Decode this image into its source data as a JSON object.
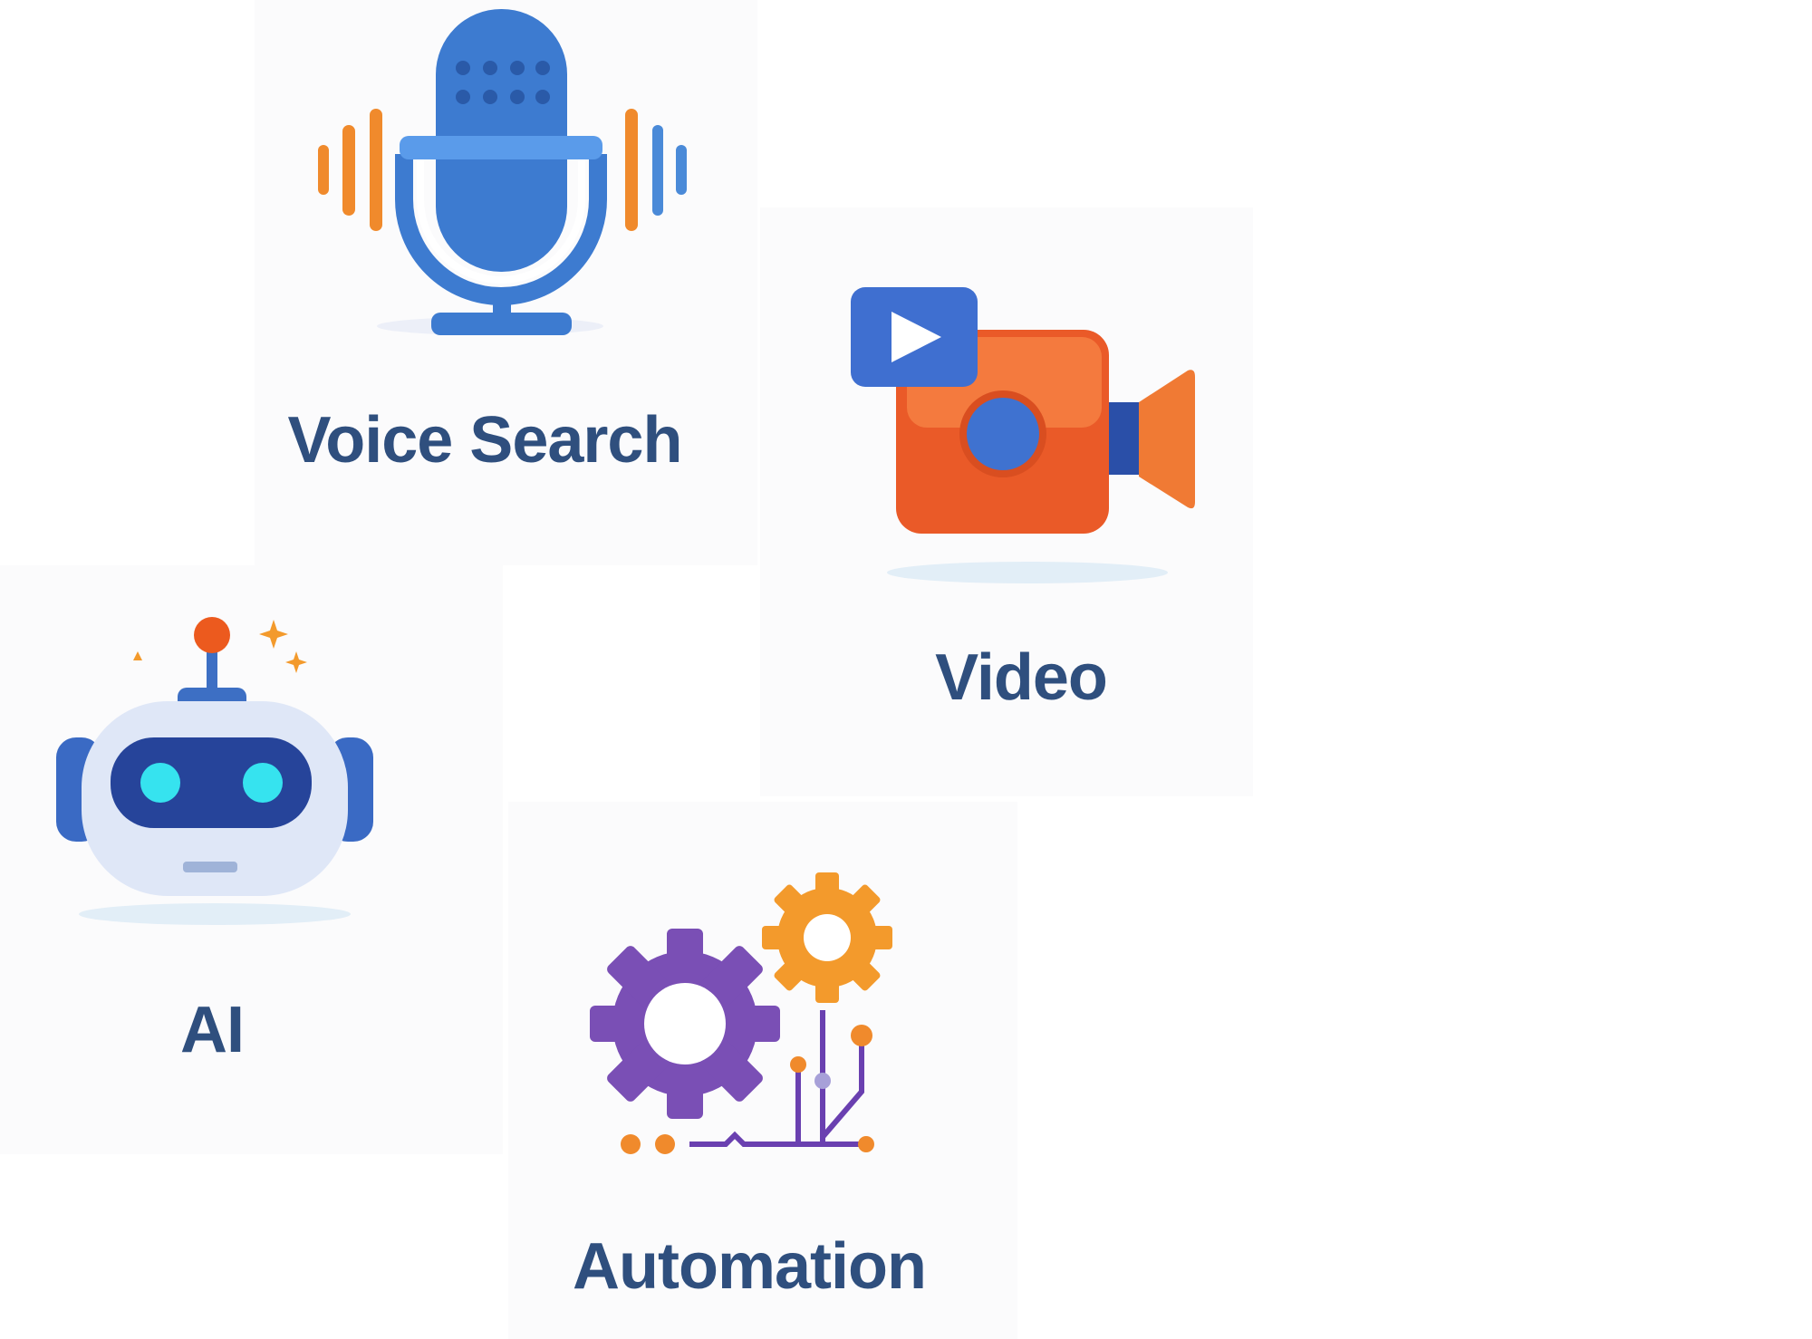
{
  "tiles": [
    {
      "id": "voice-search",
      "label": "Voice Search",
      "icon": "microphone-icon"
    },
    {
      "id": "video",
      "label": "Video",
      "icon": "video-camera-icon"
    },
    {
      "id": "ai",
      "label": "AI",
      "icon": "robot-icon"
    },
    {
      "id": "automation",
      "label": "Automation",
      "icon": "gears-circuit-icon"
    }
  ],
  "colors": {
    "label": "#2f4f7e",
    "blue": "#3f7fd6",
    "orange": "#f07a34",
    "purple": "#7a4fb5",
    "cyan": "#36e3ef"
  }
}
